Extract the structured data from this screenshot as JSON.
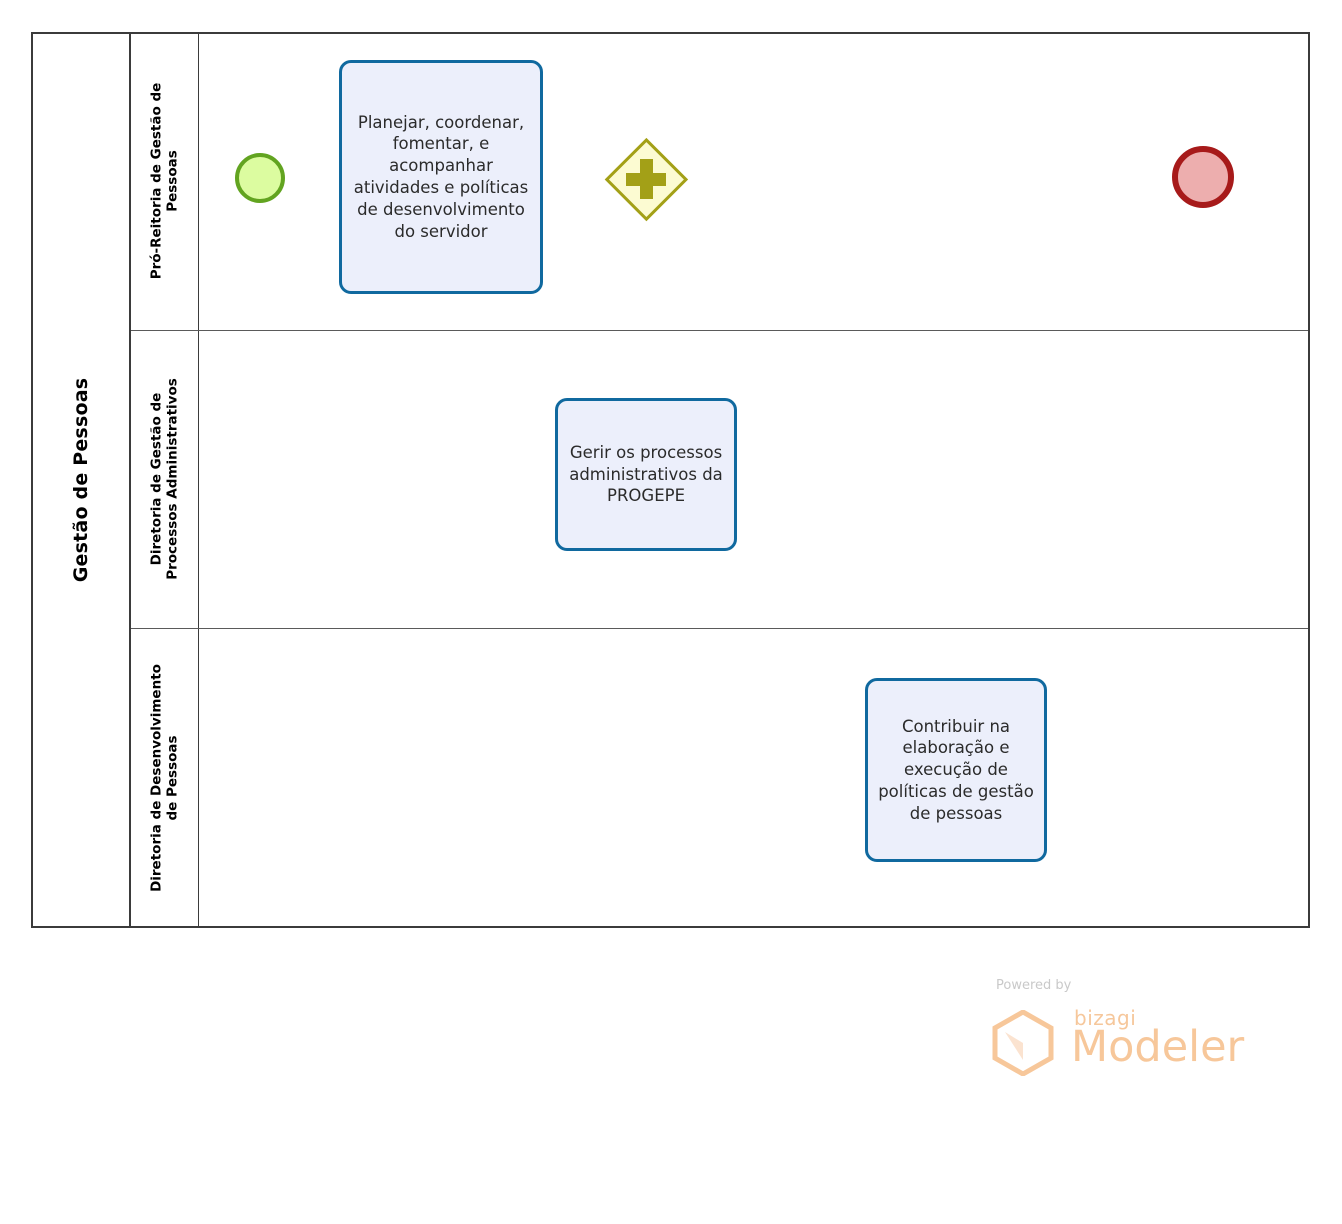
{
  "diagram": {
    "type": "bpmn-process",
    "pool": {
      "title": "Gestão de Pessoas"
    },
    "lanes": [
      {
        "id": "lane-pro-reitoria",
        "label": "Pró-Reitoria de Gestão de\nPessoas",
        "line1": "Pró-Reitoria de Gestão de",
        "line2": "Pessoas"
      },
      {
        "id": "lane-processos-administrativos",
        "label": "Diretoria de Gestão de\nProcessos Administrativos",
        "line1": "Diretoria de Gestão de",
        "line2": "Processos Administrativos"
      },
      {
        "id": "lane-desenvolvimento-pessoas",
        "label": "Diretoria de Desenvolvimento\nde Pessoas",
        "line1": "Diretoria de Desenvolvimento",
        "line2": "de Pessoas"
      }
    ],
    "nodes": {
      "start_event": {
        "name": "start-event",
        "type": "start-event",
        "label": ""
      },
      "task_1": {
        "name": "task-planejar",
        "type": "task",
        "label": "Planejar, coordenar, fomentar, e acompanhar atividades e políticas de desenvolvimento do servidor"
      },
      "gateway_1": {
        "name": "parallel-gateway",
        "type": "parallel-gateway",
        "label": "",
        "symbol": "plus"
      },
      "task_2": {
        "name": "task-gerir-processos",
        "type": "task",
        "label": "Gerir os processos administrativos da PROGEPE"
      },
      "task_3": {
        "name": "task-contribuir-politicas",
        "type": "task",
        "label": "Contribuir na elaboração e execução de políticas de gestão de pessoas"
      },
      "end_event": {
        "name": "end-event",
        "type": "end-event",
        "label": ""
      }
    },
    "colors": {
      "task_fill": "#ECEFFB",
      "task_stroke": "#10699F",
      "start_fill": "#DCFCA0",
      "start_stroke": "#62A420",
      "end_fill": "#EDAEAE",
      "end_stroke": "#A71A1A",
      "gateway_fill": "#FCFBD2",
      "gateway_stroke": "#A3A017",
      "connector": "#000000",
      "pool_border": "#3b3b3b",
      "brand": "#F7C79A"
    }
  },
  "branding": {
    "powered_by": "Powered by",
    "bizagi": "bizagi",
    "modeler": "Modeler"
  }
}
